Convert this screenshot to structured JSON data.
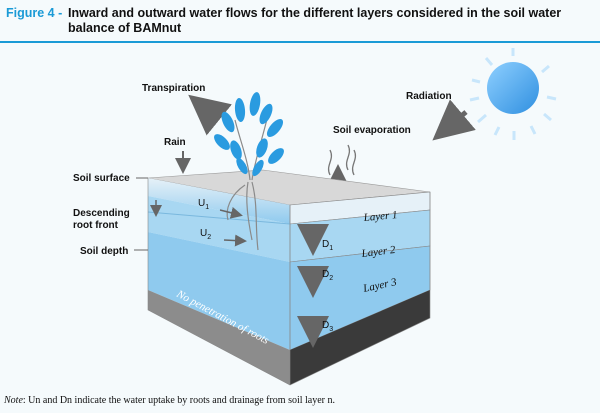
{
  "figure": {
    "label": "Figure 4 -",
    "title": "Inward and outward water flows for the different layers considered in the soil water balance of BAMnut"
  },
  "labels": {
    "transpiration": "Transpiration",
    "radiation": "Radiation",
    "rain": "Rain",
    "soil_evaporation": "Soil evaporation",
    "soil_surface": "Soil surface",
    "descending_root_front_1": "Descending",
    "descending_root_front_2": "root front",
    "soil_depth": "Soil depth",
    "layer1": "Layer 1",
    "layer2": "Layer 2",
    "layer3": "Layer 3",
    "u1": "U",
    "u1_sub": "1",
    "u2": "U",
    "u2_sub": "2",
    "d1": "D",
    "d1_sub": "1",
    "d2": "D",
    "d2_sub": "2",
    "d3": "D",
    "d3_sub": "3",
    "no_penetration": "No penetration of roots"
  },
  "note": {
    "label": "Note",
    "text": ": Un and Dn indicate the water uptake by roots and drainage from soil layer n."
  },
  "colors": {
    "accent": "#1a9ad6",
    "leaf": "#2a9be0",
    "sun": "#3aa6ee",
    "layer_light": "#cfe6f5",
    "layer_mid": "#a8d7f2",
    "layer_dark": "#79bde6",
    "surface": "#d8d8d8",
    "base": "#3a3a3a"
  }
}
